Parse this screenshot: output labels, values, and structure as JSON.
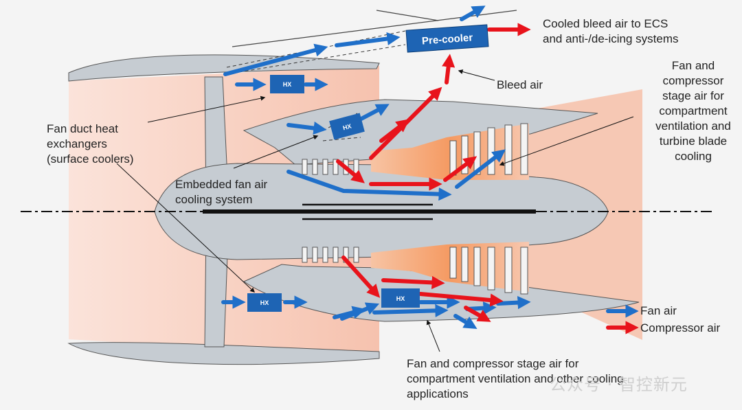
{
  "labels": {
    "cooled_bleed": [
      "Cooled bleed air to ECS",
      "and anti-/de-icing systems"
    ],
    "bleed_air": "Bleed air",
    "fan_compressor_upper": [
      "Fan and",
      "compressor",
      "stage air for",
      "compartment",
      "ventilation and",
      "turbine blade",
      "cooling"
    ],
    "fan_duct_hx": [
      "Fan duct heat",
      "exchangers",
      "(surface coolers)"
    ],
    "embedded_fan": [
      "Embedded fan air",
      "cooling system"
    ],
    "fan_compressor_lower": [
      "Fan and compressor stage air for",
      "compartment ventilation and other cooling",
      "applications"
    ]
  },
  "boxes": {
    "precooler": "Pre-cooler",
    "hx": "HX"
  },
  "legend": {
    "fan_air": "Fan air",
    "compressor_air": "Compressor air"
  },
  "watermark": "公众号 · 智控新元",
  "colors": {
    "fan_air": "#1f6fc9",
    "compressor_air": "#e8131b",
    "box": "#1e64b4",
    "engine_grey": "#c6ccd2",
    "nacelle_fill": "#f7c8b8",
    "hot_orange": "#f3a06e"
  }
}
